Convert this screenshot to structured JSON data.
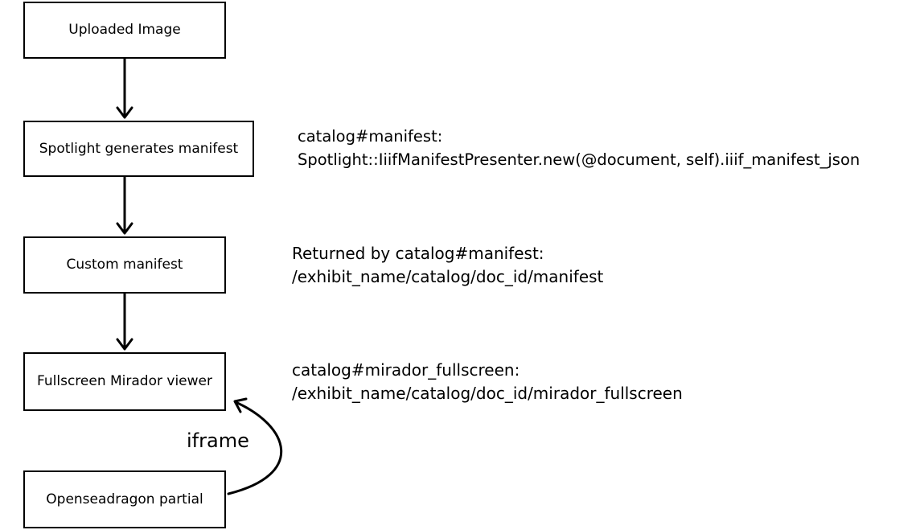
{
  "flow": {
    "nodes": [
      {
        "label": "Uploaded Image"
      },
      {
        "label": "Spotlight generates manifest"
      },
      {
        "label": "Custom manifest"
      },
      {
        "label": "Fullscreen Mirador viewer"
      },
      {
        "label": "Openseadragon partial"
      }
    ],
    "edge_label": "iframe"
  },
  "notes": [
    {
      "line1": "catalog#manifest:",
      "line2": "Spotlight::IiifManifestPresenter.new(@document, self).iiif_manifest_json"
    },
    {
      "line1": "Returned by catalog#manifest:",
      "line2": "/exhibit_name/catalog/doc_id/manifest"
    },
    {
      "line1": "catalog#mirador_fullscreen:",
      "line2": "/exhibit_name/catalog/doc_id/mirador_fullscreen"
    }
  ]
}
